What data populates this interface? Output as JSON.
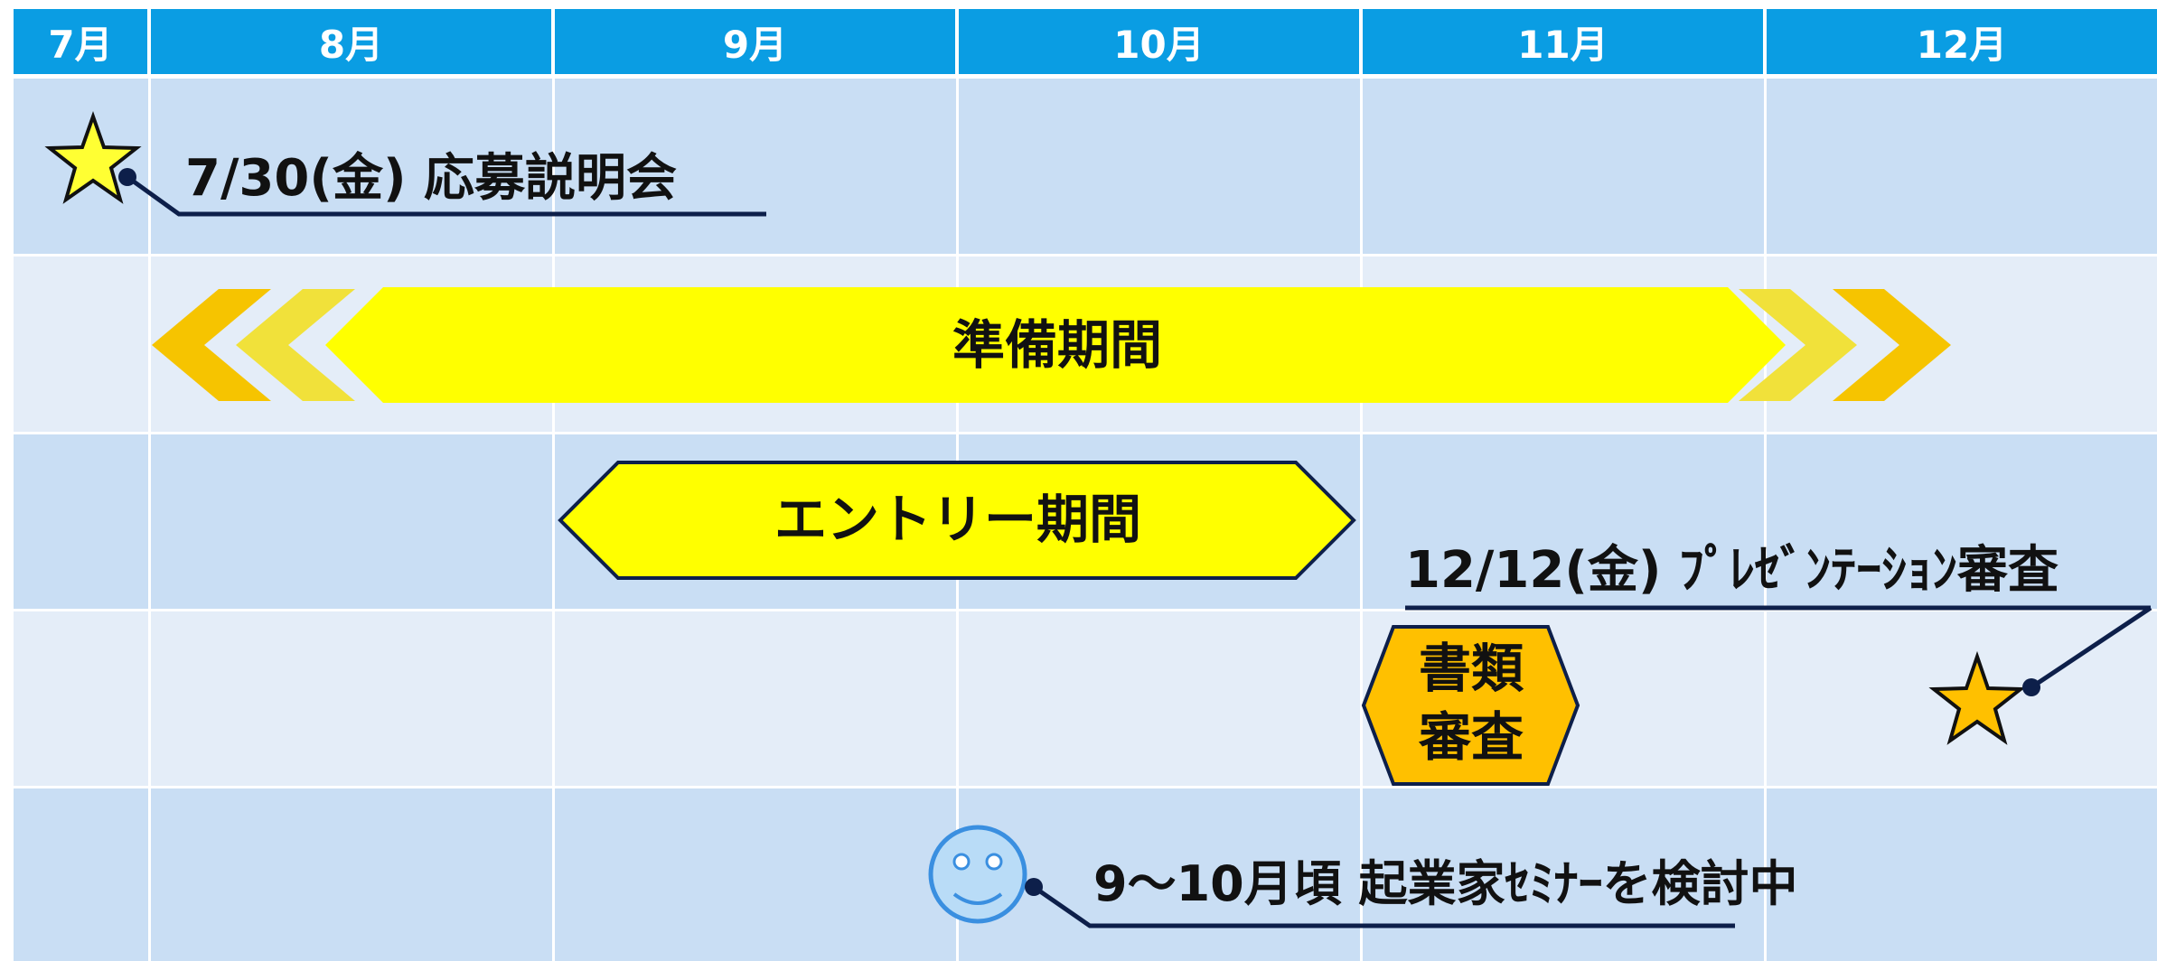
{
  "months": [
    "7月",
    "8月",
    "9月",
    "10月",
    "11月",
    "12月"
  ],
  "events": {
    "briefing": "7/30(金) 応募説明会",
    "preparation": "準備期間",
    "entry": "エントリー期間",
    "screening_line1": "書類",
    "screening_line2": "審査",
    "presentation": "12/12(金) ﾌﾟﾚｾﾞﾝﾃｰｼｮﾝ審査",
    "seminar": "9～10月頃 起業家ｾﾐﾅｰを検討中"
  },
  "icons": {
    "briefing_marker": "star-icon",
    "presentation_marker": "star-icon",
    "seminar_marker": "smiley-face-icon"
  },
  "colors": {
    "header": "#0a9de3",
    "row_dark": "#c9def4",
    "row_light": "#e4edf8",
    "arrow_yellow": "#ffff00",
    "chevron_gold": "#f6c400",
    "screening_fill": "#ffc000",
    "line_navy": "#0d1f4a",
    "text": "#111111"
  }
}
